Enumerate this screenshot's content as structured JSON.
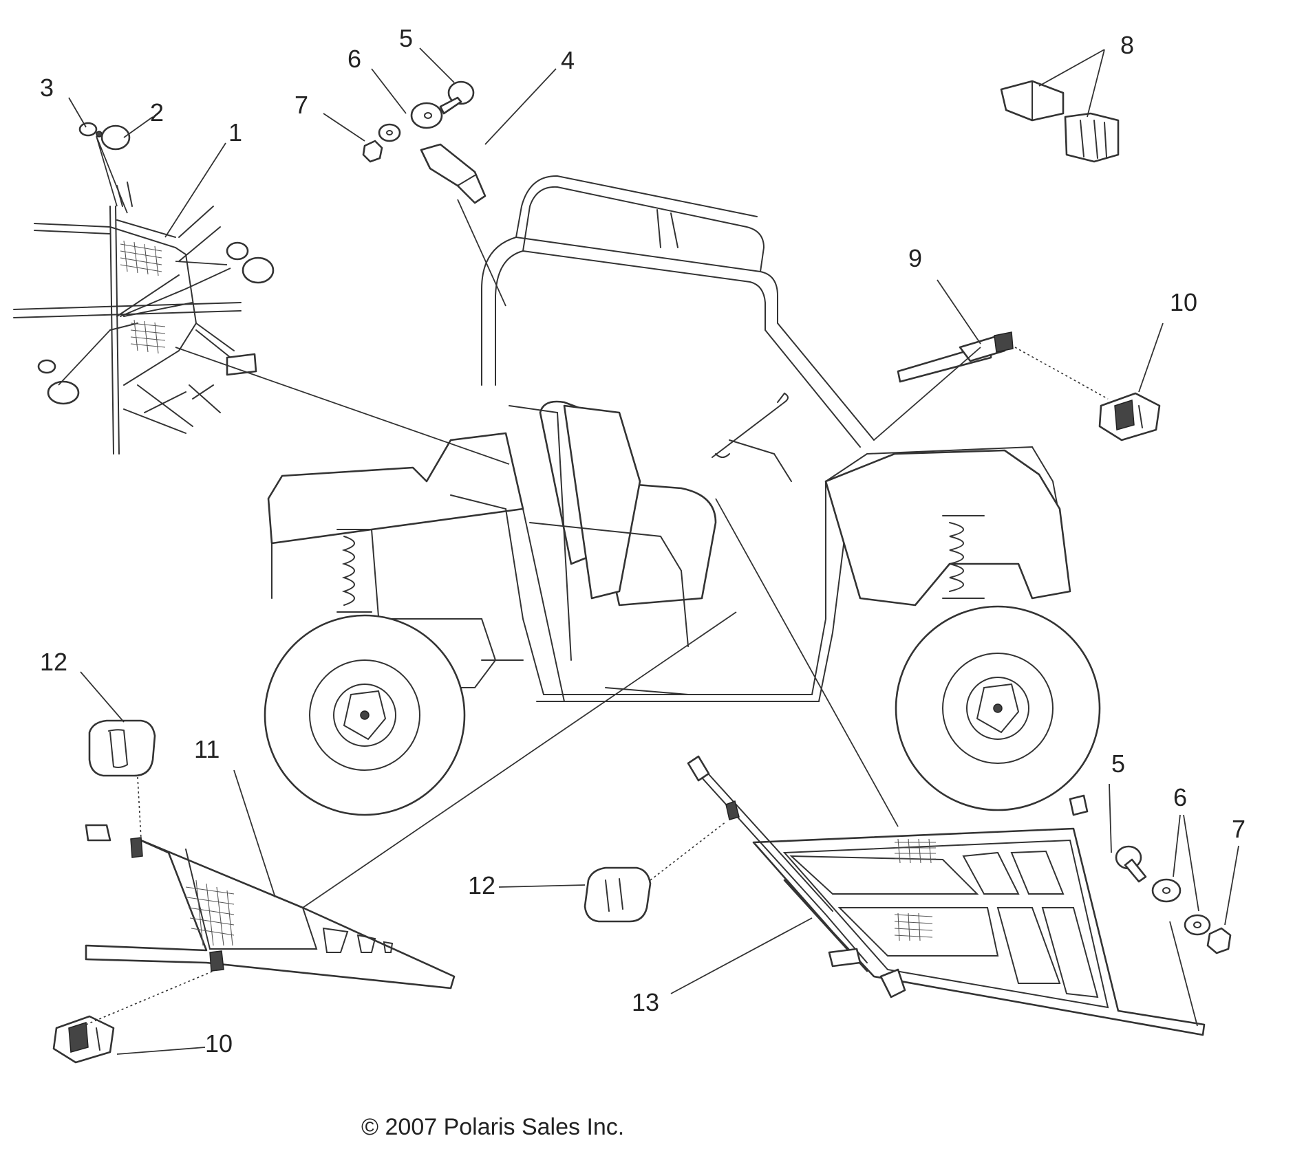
{
  "diagram": {
    "callouts": [
      {
        "id": "c1",
        "label": "1"
      },
      {
        "id": "c2",
        "label": "2"
      },
      {
        "id": "c3",
        "label": "3"
      },
      {
        "id": "c4",
        "label": "4"
      },
      {
        "id": "c5a",
        "label": "5"
      },
      {
        "id": "c6a",
        "label": "6"
      },
      {
        "id": "c7a",
        "label": "7"
      },
      {
        "id": "c8",
        "label": "8"
      },
      {
        "id": "c9",
        "label": "9"
      },
      {
        "id": "c10a",
        "label": "10"
      },
      {
        "id": "c12a",
        "label": "12"
      },
      {
        "id": "c11",
        "label": "11"
      },
      {
        "id": "c5b",
        "label": "5"
      },
      {
        "id": "c6b",
        "label": "6"
      },
      {
        "id": "c7b",
        "label": "7"
      },
      {
        "id": "c12b",
        "label": "12"
      },
      {
        "id": "c13",
        "label": "13"
      },
      {
        "id": "c10b",
        "label": "10"
      }
    ],
    "copyright": "© 2007 Polaris Sales Inc."
  }
}
